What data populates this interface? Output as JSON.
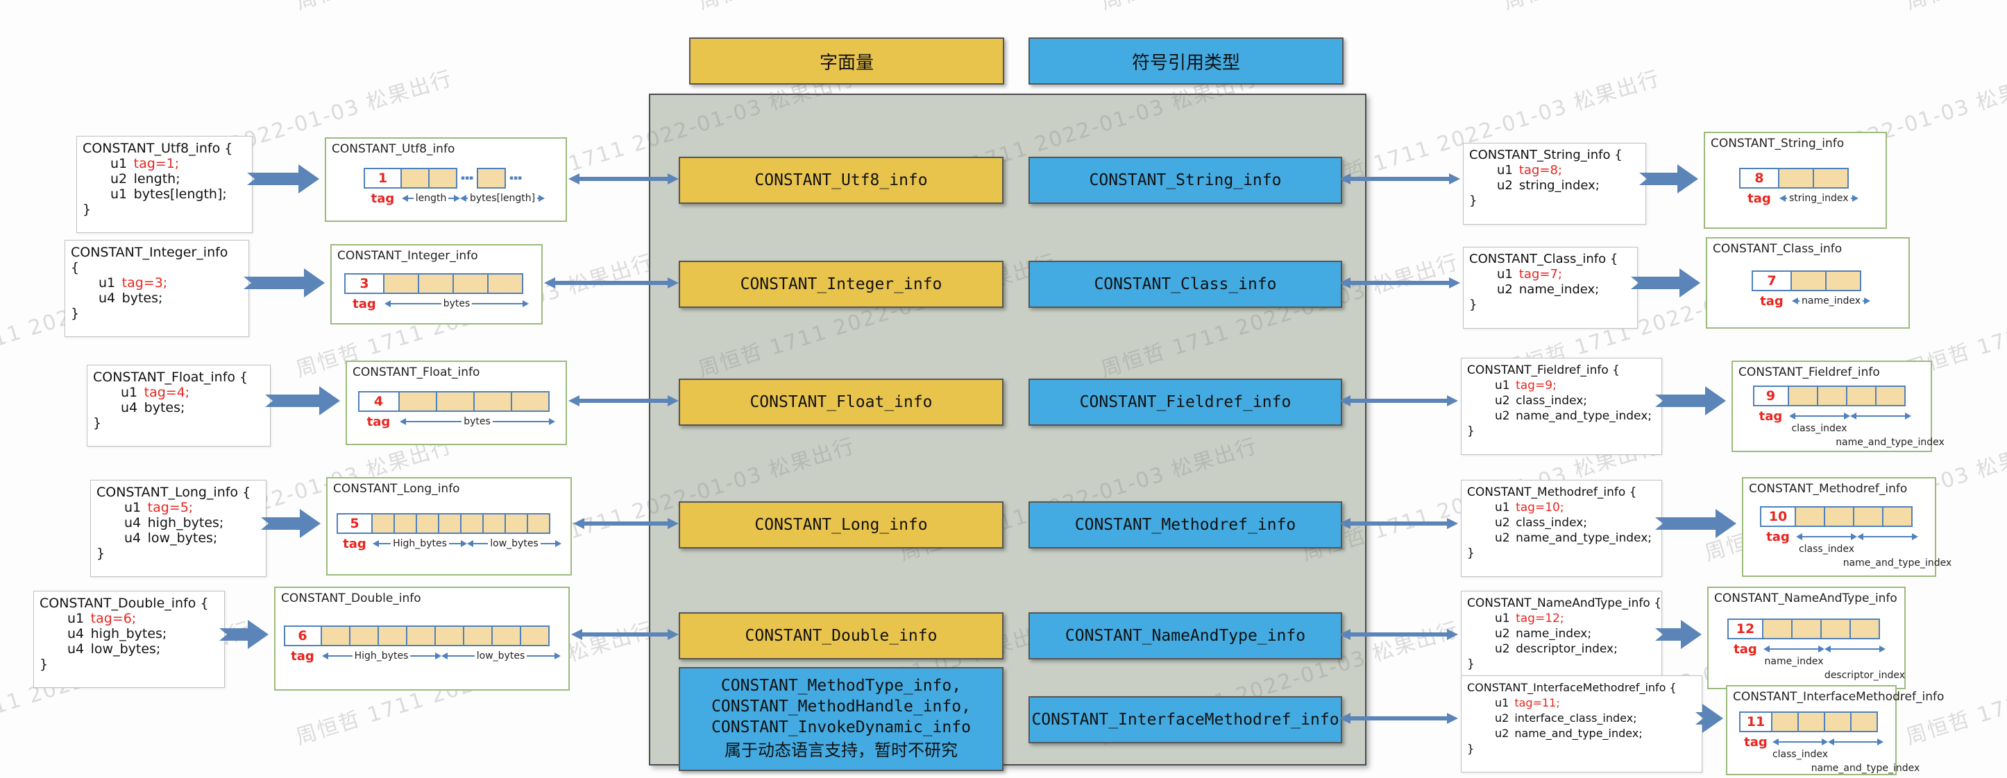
{
  "watermark": {
    "text": "周恒哲 1711 2022-01-03 松果出行"
  },
  "headers": {
    "literal": "字面量",
    "symbolic": "符号引用类型"
  },
  "colors": {
    "literal_yellow": "#e9c44d",
    "symbolic_blue": "#43abe2",
    "panel_gray": "#c9cfc5",
    "block_arrow_blue": "#5b84b8",
    "dim_blue": "#4f81bd",
    "cell_tan": "#f5dca6",
    "tag_red": "#e8251f",
    "diagram_border_green": "#9cba7d"
  },
  "center": {
    "literal_boxes": [
      "CONSTANT_Utf8_info",
      "CONSTANT_Integer_info",
      "CONSTANT_Float_info",
      "CONSTANT_Long_info",
      "CONSTANT_Double_info"
    ],
    "symbolic_boxes": [
      "CONSTANT_String_info",
      "CONSTANT_Class_info",
      "CONSTANT_Fieldref_info",
      "CONSTANT_Methodref_info",
      "CONSTANT_NameAndType_info",
      "CONSTANT_InterfaceMethodref_info"
    ],
    "dynamic_box": {
      "lines": [
        "CONSTANT_MethodType_info,",
        "CONSTANT_MethodHandle_info,",
        "CONSTANT_InvokeDynamic_info",
        "属于动态语言支持，暂时不研究"
      ]
    }
  },
  "left_rows": [
    {
      "code": {
        "title": "CONSTANT_Utf8_info {",
        "fields": [
          {
            "type": "u1",
            "value": "tag=1;",
            "highlight": true
          },
          {
            "type": "u2",
            "value": "length;"
          },
          {
            "type": "u1",
            "value": "bytes[length];"
          }
        ],
        "close": "}"
      },
      "diagram": {
        "title": "CONSTANT_Utf8_info",
        "tag": "1",
        "tag_label": "tag",
        "groups": [
          {
            "cells": 2,
            "label": "length"
          },
          {
            "cells": 1,
            "label": "bytes[length]",
            "dots_before": true,
            "dots_after": true
          }
        ]
      }
    },
    {
      "code": {
        "title": "CONSTANT_Integer_info",
        "open_brace": "{",
        "fields": [
          {
            "type": "u1",
            "value": "tag=3;",
            "highlight": true
          },
          {
            "type": "u4",
            "value": "bytes;"
          }
        ],
        "close": "}"
      },
      "diagram": {
        "title": "CONSTANT_Integer_info",
        "tag": "3",
        "tag_label": "tag",
        "groups": [
          {
            "cells": 4,
            "label": "bytes"
          }
        ]
      }
    },
    {
      "code": {
        "title": "CONSTANT_Float_info {",
        "fields": [
          {
            "type": "u1",
            "value": "tag=4;",
            "highlight": true
          },
          {
            "type": "u4",
            "value": "bytes;"
          }
        ],
        "close": "}"
      },
      "diagram": {
        "title": "CONSTANT_Float_info",
        "tag": "4",
        "tag_label": "tag",
        "groups": [
          {
            "cells": 4,
            "label": "bytes"
          }
        ]
      }
    },
    {
      "code": {
        "title": "CONSTANT_Long_info {",
        "fields": [
          {
            "type": "u1",
            "value": "tag=5;",
            "highlight": true
          },
          {
            "type": "u4",
            "value": "high_bytes;"
          },
          {
            "type": "u4",
            "value": "low_bytes;"
          }
        ],
        "close": "}"
      },
      "diagram": {
        "title": "CONSTANT_Long_info",
        "tag": "5",
        "tag_label": "tag",
        "groups": [
          {
            "cells": 4,
            "label": "High_bytes"
          },
          {
            "cells": 4,
            "label": "low_bytes"
          }
        ]
      }
    },
    {
      "code": {
        "title": "CONSTANT_Double_info {",
        "fields": [
          {
            "type": "u1",
            "value": "tag=6;",
            "highlight": true
          },
          {
            "type": "u4",
            "value": "high_bytes;"
          },
          {
            "type": "u4",
            "value": "low_bytes;"
          }
        ],
        "close": "}"
      },
      "diagram": {
        "title": "CONSTANT_Double_info",
        "tag": "6",
        "tag_label": "tag",
        "groups": [
          {
            "cells": 4,
            "label": "High_bytes"
          },
          {
            "cells": 4,
            "label": "low_bytes"
          }
        ]
      }
    }
  ],
  "right_rows": [
    {
      "code": {
        "title": "CONSTANT_String_info {",
        "fields": [
          {
            "type": "u1",
            "value": "tag=8;",
            "highlight": true
          },
          {
            "type": "u2",
            "value": "string_index;"
          }
        ],
        "close": "}"
      },
      "diagram": {
        "title": "CONSTANT_String_info",
        "tag": "8",
        "tag_label": "tag",
        "groups": [
          {
            "cells": 2,
            "label": "string_index"
          }
        ]
      }
    },
    {
      "code": {
        "title": "CONSTANT_Class_info {",
        "fields": [
          {
            "type": "u1",
            "value": "tag=7;",
            "highlight": true
          },
          {
            "type": "u2",
            "value": "name_index;"
          }
        ],
        "close": "}"
      },
      "diagram": {
        "title": "CONSTANT_Class_info",
        "tag": "7",
        "tag_label": "tag",
        "groups": [
          {
            "cells": 2,
            "label": "name_index"
          }
        ]
      }
    },
    {
      "code": {
        "title": "CONSTANT_Fieldref_info {",
        "fields": [
          {
            "type": "u1",
            "value": "tag=9;",
            "highlight": true
          },
          {
            "type": "u2",
            "value": "class_index;"
          },
          {
            "type": "u2",
            "value": "name_and_type_index;"
          }
        ],
        "close": "}"
      },
      "diagram": {
        "title": "CONSTANT_Fieldref_info",
        "tag": "9",
        "tag_label": "tag",
        "staggered": true,
        "groups": [
          {
            "cells": 2,
            "label": "class_index"
          },
          {
            "cells": 2,
            "label": "name_and_type_index"
          }
        ]
      }
    },
    {
      "code": {
        "title": "CONSTANT_Methodref_info {",
        "fields": [
          {
            "type": "u1",
            "value": "tag=10;",
            "highlight": true
          },
          {
            "type": "u2",
            "value": "class_index;"
          },
          {
            "type": "u2",
            "value": "name_and_type_index;"
          }
        ],
        "close": "}"
      },
      "diagram": {
        "title": "CONSTANT_Methodref_info",
        "tag": "10",
        "tag_label": "tag",
        "staggered": true,
        "groups": [
          {
            "cells": 2,
            "label": "class_index"
          },
          {
            "cells": 2,
            "label": "name_and_type_index"
          }
        ]
      }
    },
    {
      "code": {
        "title": "CONSTANT_NameAndType_info {",
        "fields": [
          {
            "type": "u1",
            "value": "tag=12;",
            "highlight": true
          },
          {
            "type": "u2",
            "value": "name_index;"
          },
          {
            "type": "u2",
            "value": "descriptor_index;"
          }
        ],
        "close": "}"
      },
      "diagram": {
        "title": "CONSTANT_NameAndType_info",
        "tag": "12",
        "tag_label": "tag",
        "staggered": true,
        "groups": [
          {
            "cells": 2,
            "label": "name_index"
          },
          {
            "cells": 2,
            "label": "descriptor_index"
          }
        ]
      }
    },
    {
      "code": {
        "title": "CONSTANT_InterfaceMethodref_info {",
        "fields": [
          {
            "type": "u1",
            "value": "tag=11;",
            "highlight": true
          },
          {
            "type": "u2",
            "value": "interface_class_index;"
          },
          {
            "type": "u2",
            "value": "name_and_type_index;"
          }
        ],
        "close": "}"
      },
      "diagram": {
        "title": "CONSTANT_InterfaceMethodref_info",
        "tag": "11",
        "tag_label": "tag",
        "staggered": true,
        "groups": [
          {
            "cells": 2,
            "label": "class_index"
          },
          {
            "cells": 2,
            "label": "name_and_type_index"
          }
        ]
      }
    }
  ]
}
